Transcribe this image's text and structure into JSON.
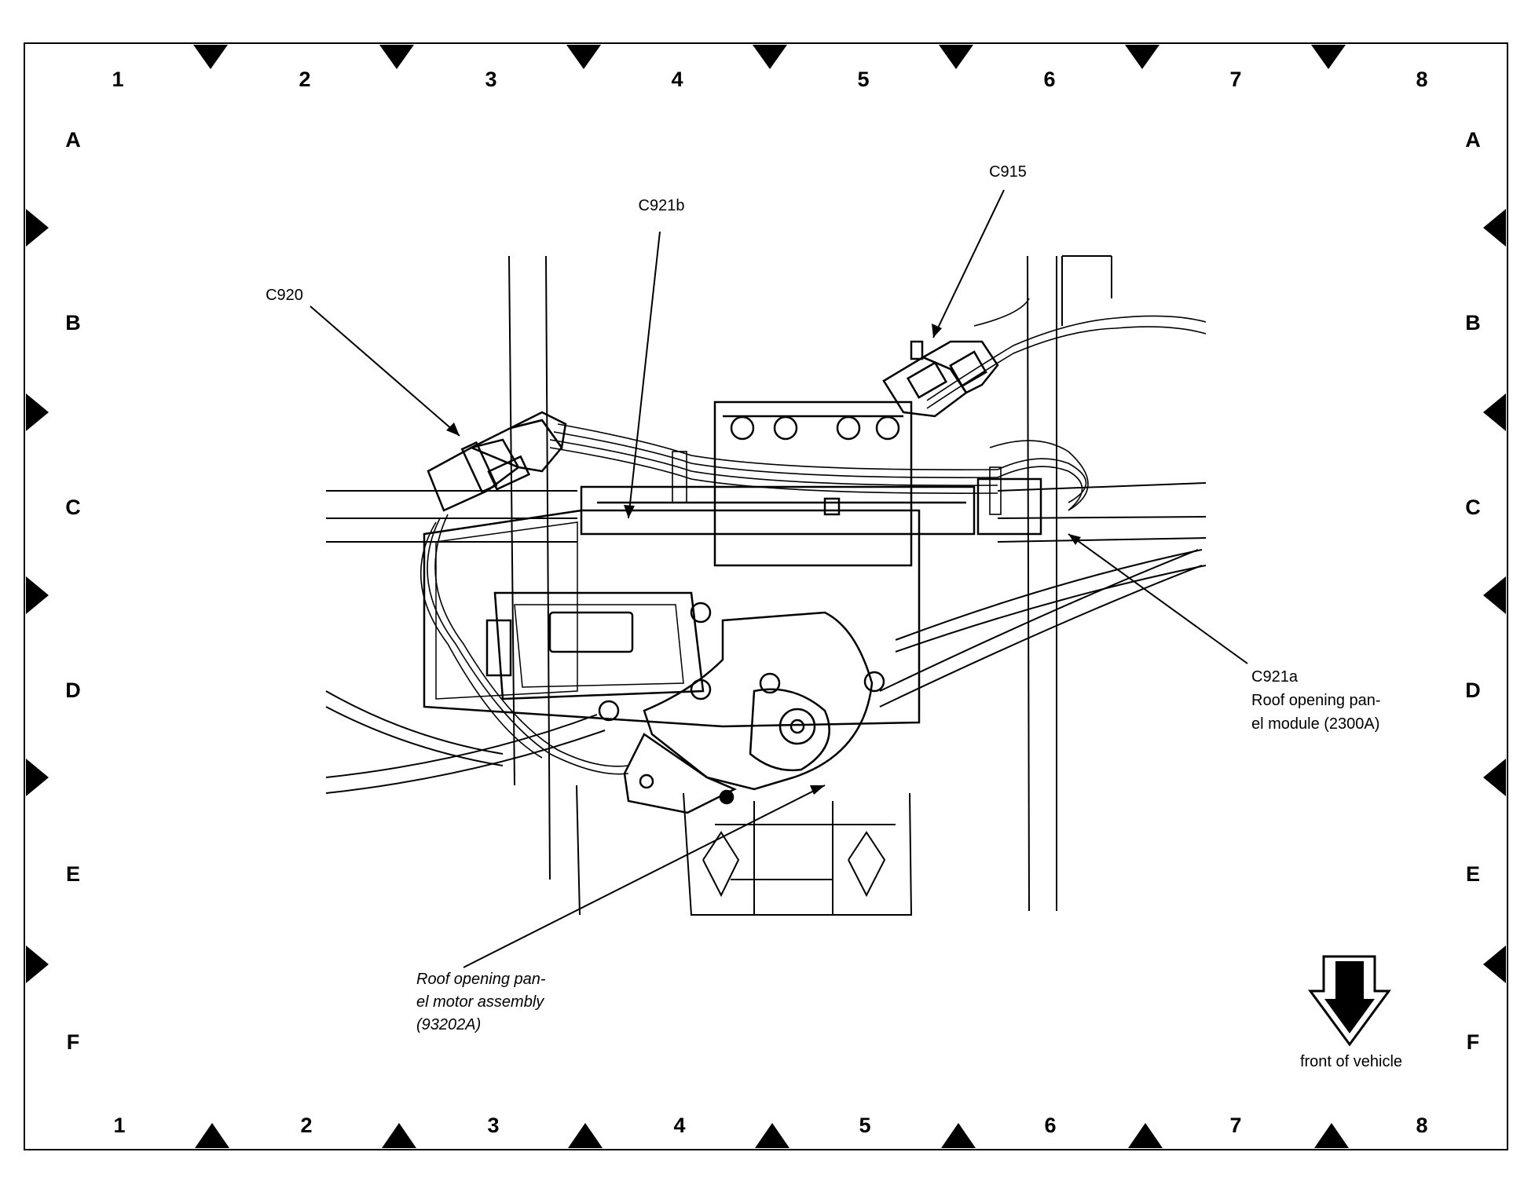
{
  "grid": {
    "columns": [
      "1",
      "2",
      "3",
      "4",
      "5",
      "6",
      "7",
      "8"
    ],
    "rows": [
      "A",
      "B",
      "C",
      "D",
      "E",
      "F"
    ]
  },
  "callouts": {
    "c920": "C920",
    "c921b": "C921b",
    "c915": "C915",
    "c921a": "C921a",
    "module": [
      "Roof opening pan-",
      "el module (2300A)"
    ],
    "motor": [
      "Roof opening pan-",
      "el motor assembly",
      "(93202A)"
    ]
  },
  "orientation": {
    "label": "front of vehicle",
    "icon": "down-arrow-icon"
  }
}
